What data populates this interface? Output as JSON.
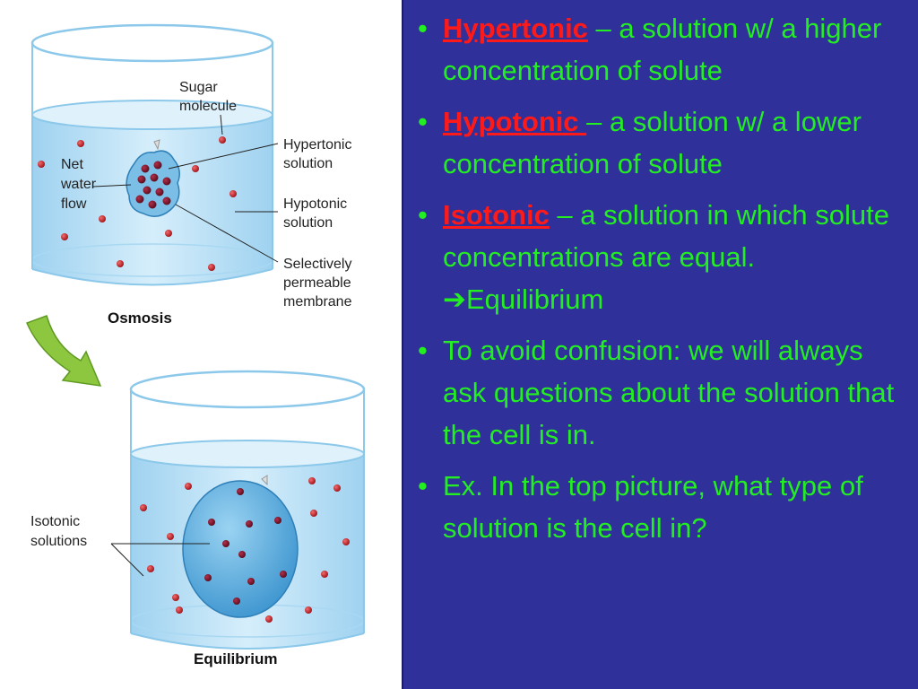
{
  "figure": {
    "top": {
      "labels": {
        "sugar_molecule_1": "Sugar",
        "sugar_molecule_2": "molecule",
        "net_water_flow_1": "Net",
        "net_water_flow_2": "water",
        "net_water_flow_3": "flow",
        "hypertonic_1": "Hypertonic",
        "hypertonic_2": "solution",
        "hypotonic_1": "Hypotonic",
        "hypotonic_2": "solution",
        "membrane_1": "Selectively",
        "membrane_2": "permeable",
        "membrane_3": "membrane"
      },
      "caption": "Osmosis"
    },
    "bottom": {
      "labels": {
        "isotonic_1": "Isotonic",
        "isotonic_2": "solutions"
      },
      "caption": "Equilibrium"
    },
    "colors": {
      "water": "#bfe3f7",
      "water_edge": "#8cc8ea",
      "molecule": "#c8202a",
      "arrow": "#7ac143",
      "cell": "#5aaee0"
    }
  },
  "bullets": [
    {
      "term": "Hypertonic",
      "text": " – a solution w/ a higher concentration of solute"
    },
    {
      "term": "Hypotonic ",
      "text": "– a solution w/ a lower concentration of solute"
    },
    {
      "term": "Isotonic",
      "text": " – a solution in which solute concentrations are equal. ➔Equilibrium"
    },
    {
      "term": "",
      "text": "To avoid confusion: we will always ask questions about the solution that the cell is in."
    },
    {
      "term": "",
      "text": "Ex. In the top picture, what type of solution is the cell in?"
    }
  ],
  "colors": {
    "background": "#30309a",
    "bullet_text": "#22ee22",
    "term": "#ff1a1a"
  }
}
